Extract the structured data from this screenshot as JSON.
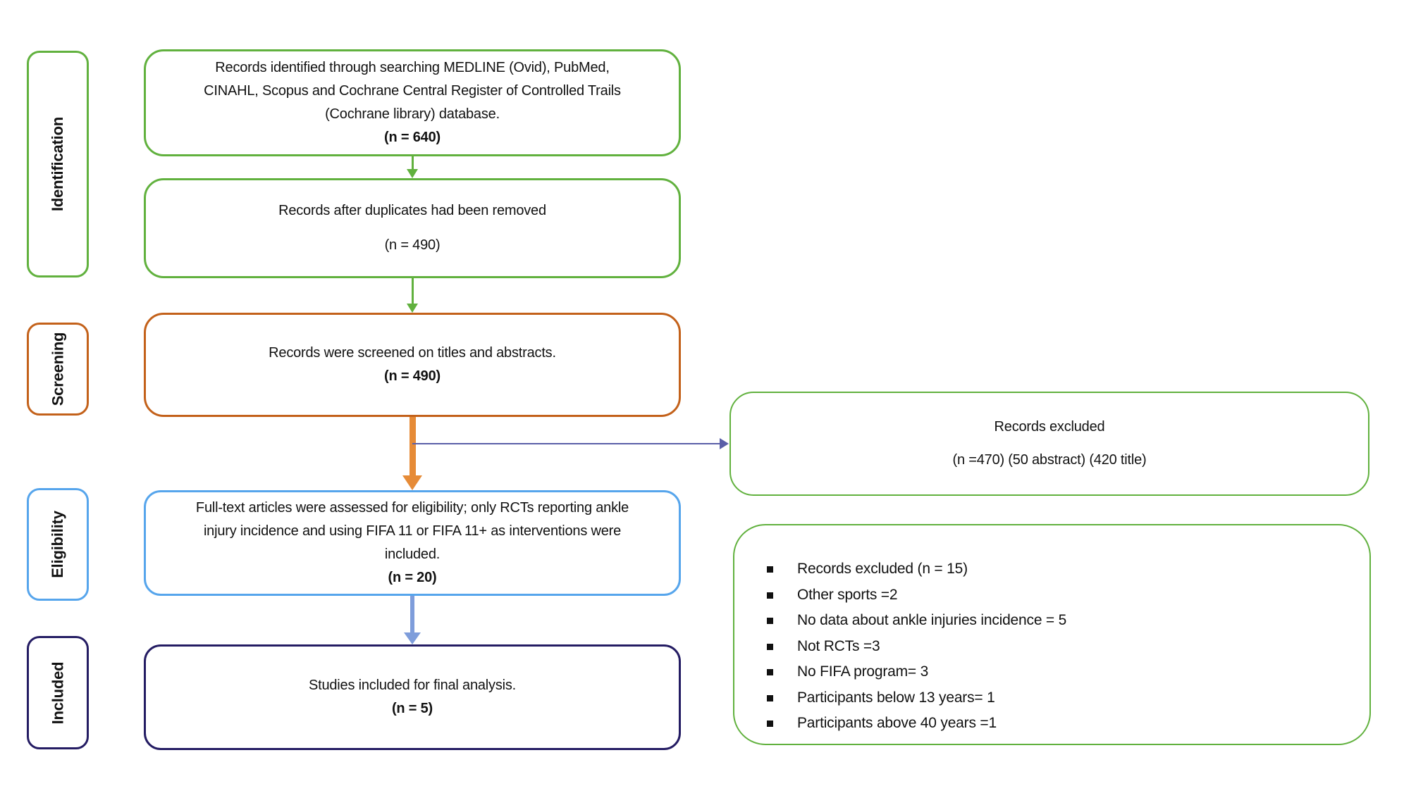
{
  "stages": [
    {
      "label": "Identification"
    },
    {
      "label": "Screening"
    },
    {
      "label": "Eligibility"
    },
    {
      "label": "Included"
    }
  ],
  "flow_boxes": [
    {
      "text": "Records identified through searching MEDLINE (Ovid), PubMed, CINAHL, Scopus and Cochrane Central Register of Controlled Trails (Cochrane library) database.",
      "count": "(n = 640)"
    },
    {
      "text": "Records after duplicates had been removed",
      "count": "(n = 490)"
    },
    {
      "text": "Records were screened on titles and abstracts.",
      "count": "(n = 490)"
    },
    {
      "text": "Full-text articles were assessed for eligibility; only RCTs reporting ankle injury incidence and using FIFA 11 or FIFA 11+ as interventions were included.",
      "count": "(n = 20)"
    },
    {
      "text": "Studies included for final analysis.",
      "count": "(n = 5)"
    }
  ],
  "excluded_box": {
    "title": "Records excluded",
    "detail": "(n =470) (50 abstract) (420 title)"
  },
  "exclusion_reasons": [
    "Records excluded (n = 15)",
    "Other sports =2",
    "No data about ankle injuries incidence = 5",
    "Not RCTs =3",
    "No FIFA program= 3",
    "Participants below 13 years= 1",
    "Participants above 40 years =1"
  ],
  "colors": {
    "green": "#61B13E",
    "orange-dark": "#C3611A",
    "orange-arrow": "#E68B37",
    "light-blue": "#56A5EC",
    "navy": "#241C63",
    "cornflower": "#7E9DDB",
    "indigo-line": "#5A5EA8"
  }
}
